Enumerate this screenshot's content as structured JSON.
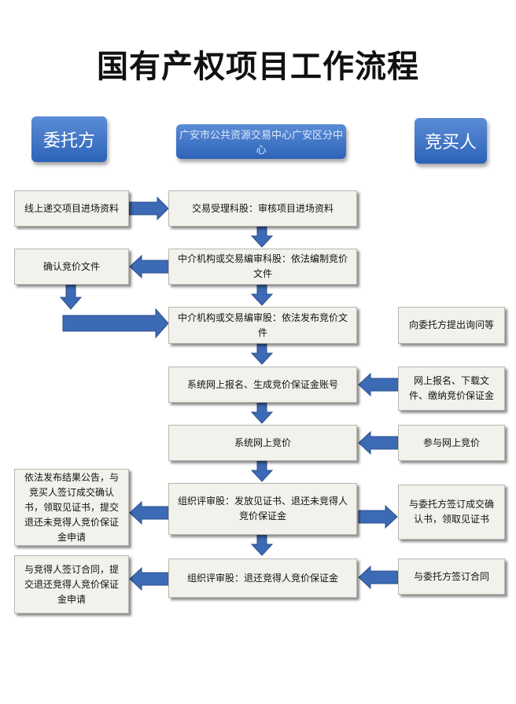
{
  "title": "国有产权项目工作流程",
  "headers": {
    "left": "委托方",
    "center": "广安市公共资源交易中心广安区分中心",
    "right": "竞买人"
  },
  "left_boxes": {
    "l1": "线上递交项目进场资料",
    "l2": "确认竞价文件",
    "l3": "依法发布结果公告，与竞买人签订成交确认书，领取见证书，提交退还未竞得人竞价保证金申请",
    "l4": "与竞得人签订合同，提交退还竞得人竞价保证金申请"
  },
  "center_boxes": {
    "c1": "交易受理科股：审核项目进场资料",
    "c2": "中介机构或交易编审科股：依法编制竞价文件",
    "c3": "中介机构或交易编审股：依法发布竞价文件",
    "c4": "系统网上报名、生成竞价保证金账号",
    "c5": "系统网上竞价",
    "c6": "组织评审股：发放见证书、退还未竞得人竞价保证金",
    "c7": "组织评审股：退还竞得人竞价保证金"
  },
  "right_boxes": {
    "r1": "向委托方提出询问等",
    "r2": "网上报名、下载文件、缴纳竞价保证金",
    "r3": "参与网上竞价",
    "r4": "与委托方签订成交确认书，领取见证书",
    "r5": "与委托方签订合同"
  }
}
